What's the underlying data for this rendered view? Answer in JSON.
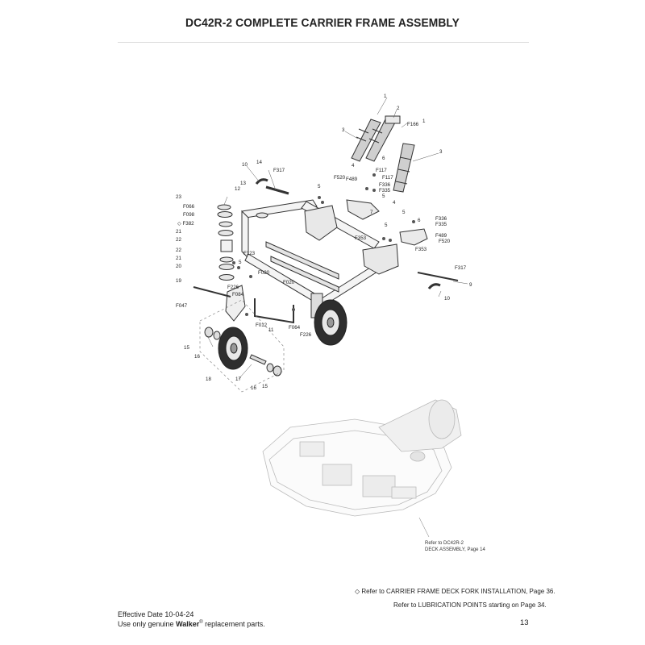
{
  "title": "DC42R-2 COMPLETE CARRIER FRAME ASSEMBLY",
  "callouts": {
    "c1a": "1",
    "c1b": "1",
    "c2": "2",
    "c3a": "3",
    "c3b": "3",
    "c4a": "4",
    "c4b": "4",
    "c5a": "5",
    "c5b": "5",
    "c5c": "5",
    "c5d": "5",
    "c5e": "5",
    "c6a": "6",
    "c6b": "6",
    "c7": "7",
    "c9": "9",
    "c10a": "10",
    "c10b": "10",
    "c11": "11",
    "c12": "12",
    "c13": "13",
    "c14": "14",
    "c15a": "15",
    "c15b": "15",
    "c16a": "16",
    "c16b": "16",
    "c17": "17",
    "c18": "18",
    "c19": "19",
    "c20": "20",
    "c21a": "21",
    "c21b": "21",
    "c22a": "22",
    "c22b": "22",
    "c23": "23",
    "F166": "F166",
    "F117a": "F117",
    "F117b": "F117",
    "F520a": "F520",
    "F520b": "F520",
    "F489a": "F489",
    "F489b": "F489",
    "F336a": "F336",
    "F336b": "F336",
    "F335a": "F335",
    "F335b": "F335",
    "F353a": "F353",
    "F353b": "F353",
    "F317a": "F317",
    "F317b": "F317",
    "F066": "F066",
    "F098": "F098",
    "F382": "◇ F382",
    "F123": "F123",
    "F020a": "F020",
    "F020b": "F020",
    "F226a": "F226",
    "F226b": "F226",
    "F084": "F084",
    "F047": "F047",
    "F012": "F012",
    "F064": "F064"
  },
  "deck_reference": {
    "line1": "Refer to DC42R-2",
    "line2": "DECK ASSEMBLY, Page 14"
  },
  "notes": {
    "fork_installation": "◇ Refer to CARRIER FRAME DECK FORK INSTALLATION, Page 36.",
    "lubrication": "Refer to LUBRICATION POINTS starting on Page 34."
  },
  "footer": {
    "effective_date": "Effective Date 10-04-24",
    "use_only_prefix": "Use only genuine ",
    "brand": "Walker",
    "registered": "®",
    "use_only_suffix": " replacement parts.",
    "page_number": "13"
  }
}
